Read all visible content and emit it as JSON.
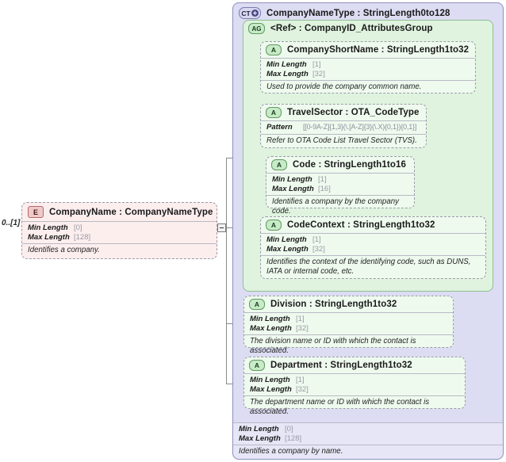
{
  "diagram": {
    "title": "XSD schema diagram - CompanyName",
    "cardinality": "0..[1]"
  },
  "element": {
    "icon": "element-badge-E",
    "badge": "E",
    "name": "CompanyName",
    "separator": ":",
    "type": "CompanyNameType",
    "title": "CompanyName : CompanyNameType",
    "facets": [
      {
        "name": "Min Length",
        "value": "[0]"
      },
      {
        "name": "Max Length",
        "value": "[128]"
      }
    ],
    "doc": "Identifies a company."
  },
  "complex_type": {
    "icon": "complextype-badge-CT",
    "badge": "CT",
    "expand_icon": "plus-circle-icon",
    "name": "CompanyNameType",
    "separator": ":",
    "base": "StringLength0to128",
    "title": "CompanyNameType : StringLength0to128",
    "facets": [
      {
        "name": "Min Length",
        "value": "[0]"
      },
      {
        "name": "Max Length",
        "value": "[128]"
      }
    ],
    "doc": "Identifies a company by name."
  },
  "attribute_group": {
    "icon": "attributegroup-badge-AG",
    "badge": "AG",
    "name": "<Ref>",
    "separator": ":",
    "type": "CompanyID_AttributesGroup",
    "title": "<Ref>    : CompanyID_AttributesGroup"
  },
  "attributes": [
    {
      "badge": "A",
      "icon": "attribute-badge-A",
      "name": "CompanyShortName",
      "separator": ":",
      "type": "StringLength1to32",
      "title": "CompanyShortName : StringLength1to32",
      "facets": [
        {
          "name": "Min Length",
          "value": "[1]"
        },
        {
          "name": "Max Length",
          "value": "[32]"
        }
      ],
      "doc": "Used to provide the company common name."
    },
    {
      "badge": "A",
      "icon": "attribute-badge-A",
      "name": "TravelSector",
      "separator": ":",
      "type": "OTA_CodeType",
      "title": "TravelSector : OTA_CodeType",
      "facets": [
        {
          "name": "Pattern",
          "value": "[[0-9A-Z]{1,3}(\\.[A-Z]{3}(\\.X){0,1}){0,1}]"
        }
      ],
      "doc": "Refer to OTA Code List Travel Sector (TVS)."
    },
    {
      "badge": "A",
      "icon": "attribute-badge-A",
      "name": "Code",
      "separator": ":",
      "type": "StringLength1to16",
      "title": "Code      : StringLength1to16",
      "facets": [
        {
          "name": "Min Length",
          "value": "[1]"
        },
        {
          "name": "Max Length",
          "value": "[16]"
        }
      ],
      "doc": "Identifies a company by the company code."
    },
    {
      "badge": "A",
      "icon": "attribute-badge-A",
      "name": "CodeContext",
      "separator": ":",
      "type": "StringLength1to32",
      "title": "CodeContext : StringLength1to32",
      "facets": [
        {
          "name": "Min Length",
          "value": "[1]"
        },
        {
          "name": "Max Length",
          "value": "[32]"
        }
      ],
      "doc": "Identifies the context of the identifying code, such as DUNS, IATA or internal code, etc."
    },
    {
      "badge": "A",
      "icon": "attribute-badge-A",
      "name": "Division",
      "separator": ":",
      "type": "StringLength1to32",
      "title": "Division : StringLength1to32",
      "facets": [
        {
          "name": "Min Length",
          "value": "[1]"
        },
        {
          "name": "Max Length",
          "value": "[32]"
        }
      ],
      "doc": "The division name or ID with which the contact is associated."
    },
    {
      "badge": "A",
      "icon": "attribute-badge-A",
      "name": "Department",
      "separator": ":",
      "type": "StringLength1to32",
      "title": "Department : StringLength1to32",
      "facets": [
        {
          "name": "Min Length",
          "value": "[1]"
        },
        {
          "name": "Max Length",
          "value": "[32]"
        }
      ],
      "doc": "The department name or ID with which the contact is associated."
    }
  ],
  "colors": {
    "complextype_fill": "#dcdcf3",
    "attributegroup_fill": "#dff3df",
    "attribute_fill": "#eefaee",
    "element_fill": "#fdeeee",
    "connector": "#8a8a8a"
  }
}
